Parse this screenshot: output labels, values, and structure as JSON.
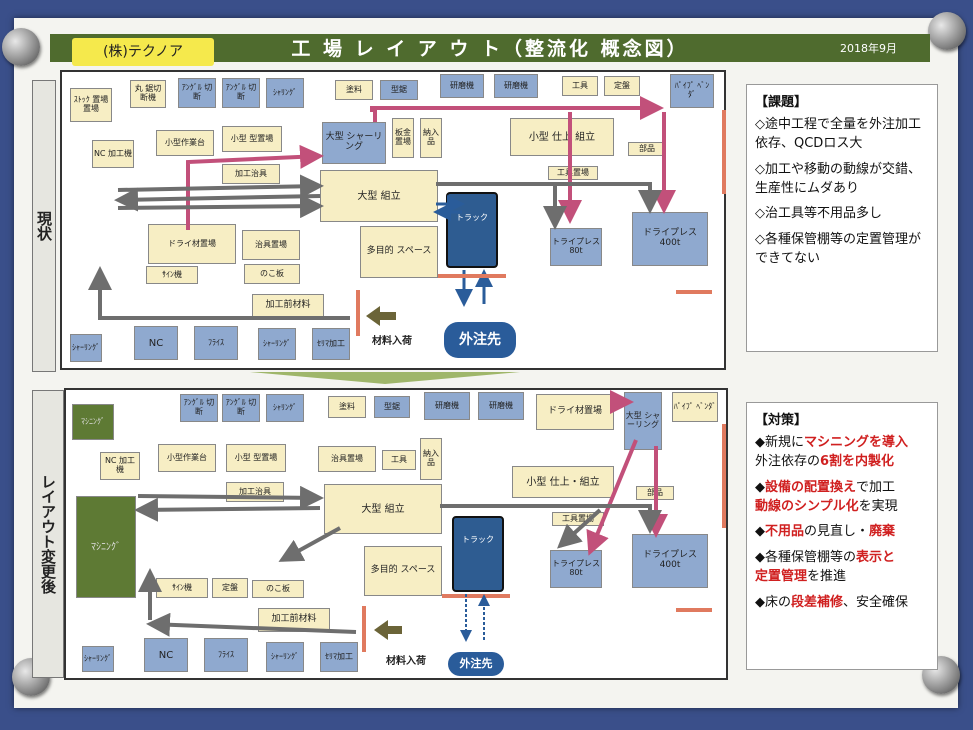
{
  "company": "(株)テクノア",
  "title": "工 場 レ イ ア ウ ト（整流化 概念図）",
  "date": "2018年9月",
  "current_label": "現状",
  "after_label": "レイアウト変更後",
  "current_boxes": {
    "b1": "ｽﾄｯｸ 置場置場",
    "b2": "丸 鋸切断機",
    "b3": "ｱﾝｸﾞﾙ 切断",
    "b4": "ｱﾝｸﾞﾙ 切断",
    "b5": "ｼｬﾘﾝｸﾞ",
    "b6": "塗料",
    "b7": "型鋸",
    "b8": "研磨機",
    "b9": "研磨機",
    "b10": "工具",
    "b11": "定盤",
    "b12": "ﾊﾟｲﾌﾟ ﾍﾞﾝﾀﾞ",
    "b13": "小型作業台",
    "b14": "小型 型置場",
    "b15": "大型 シャーリング",
    "b16": "板金 置場",
    "b17": "納入品",
    "b18": "小型 仕上 組立",
    "b19": "加工治具",
    "b20": "大型 組立",
    "b21": "トラック",
    "b22": "ドライ材置場",
    "b23": "治具置場",
    "b24": "多目的 スペース",
    "b25": "ドライプレス 400t",
    "b26": "トライプレス 80t",
    "b27": "のこ板",
    "b28": "ｻｲﾝ機",
    "b29": "加工前材料",
    "b30": "NC",
    "b31": "ﾌﾗｲｽ",
    "b32": "ｼｬｰﾘﾝｸﾞ",
    "b33": "ｾﾘﾏ加工",
    "b34": "部品",
    "b35": "工具置場",
    "b36": "NC 加工機",
    "b37": "ｼｬｰﾘﾝｸﾞ"
  },
  "after_boxes": {
    "a1": "ﾏｼﾆﾝｸﾞ",
    "a2": "ｱﾝｸﾞﾙ 切断",
    "a3": "ｱﾝｸﾞﾙ 切断",
    "a4": "ｼｬﾘﾝｸﾞ",
    "a5": "塗料",
    "a6": "型鋸",
    "a7": "研磨機",
    "a8": "研磨機",
    "a9": "ドライ材置場",
    "a10": "大型 シャーリング",
    "a11": "ﾊﾟｲﾌﾟ ﾍﾞﾝﾀﾞ",
    "a12": "NC 加工機",
    "a13": "小型作業台",
    "a14": "小型 型置場",
    "a15": "治具置場",
    "a16": "工具",
    "a17": "納入品",
    "a18": "小型 仕上・組立",
    "a19": "加工治具",
    "a20": "大型 組立",
    "a21": "トラック",
    "a22": "部品",
    "a23": "工具置場",
    "a24": "ﾏｼﾆﾝｸﾞ",
    "a25": "ｻｲﾝ機",
    "a26": "定盤",
    "a27": "のこ板",
    "a28": "多目的 スペース",
    "a29": "トライプレス 80t",
    "a30": "ドライプレス 400t",
    "a31": "加工前材料",
    "a32": "NC",
    "a33": "ﾌﾗｲｽ",
    "a34": "ｼｬｰﾘﾝｸﾞ",
    "a35": "ｾﾘﾏ加工",
    "a36": "ｼｬｰﾘﾝｸﾞ"
  },
  "material_in": "材料入荷",
  "outsource": "外注先",
  "issues": {
    "heading": "【課題】",
    "items": [
      "◇途中工程で全量を外注加工依存、QCDロス大",
      "◇加工や移動の動線が交錯、生産性にムダあり",
      "◇治工具等不用品多し",
      "◇各種保管棚等の定置管理ができてない"
    ]
  },
  "measures": {
    "heading": "【対策】",
    "m1_a": "◆新規に",
    "m1_b": "マシニングを導入",
    "m1_c": "外注依存の",
    "m1_d": "6割を内製化",
    "m2_a": "◆",
    "m2_b": "設備の配置換え",
    "m2_c": "で加工",
    "m2_d": "動線のシンプル化",
    "m2_e": "を実現",
    "m3_a": "◆",
    "m3_b": "不用品",
    "m3_c": "の見直し・",
    "m3_d": "廃棄",
    "m4_a": "◆各種保管棚等の",
    "m4_b": "表示と",
    "m4_c": "定置管理",
    "m4_d": "を推進",
    "m5_a": "◆床の",
    "m5_b": "段差補修",
    "m5_c": "、安全確保"
  },
  "colors": {
    "banner": "#4f6b2e",
    "company_bg": "#f5e94c",
    "arrow_red": "#c2507a",
    "arrow_gray": "#6e6e6e",
    "arrow_blue": "#2a5c9a"
  }
}
